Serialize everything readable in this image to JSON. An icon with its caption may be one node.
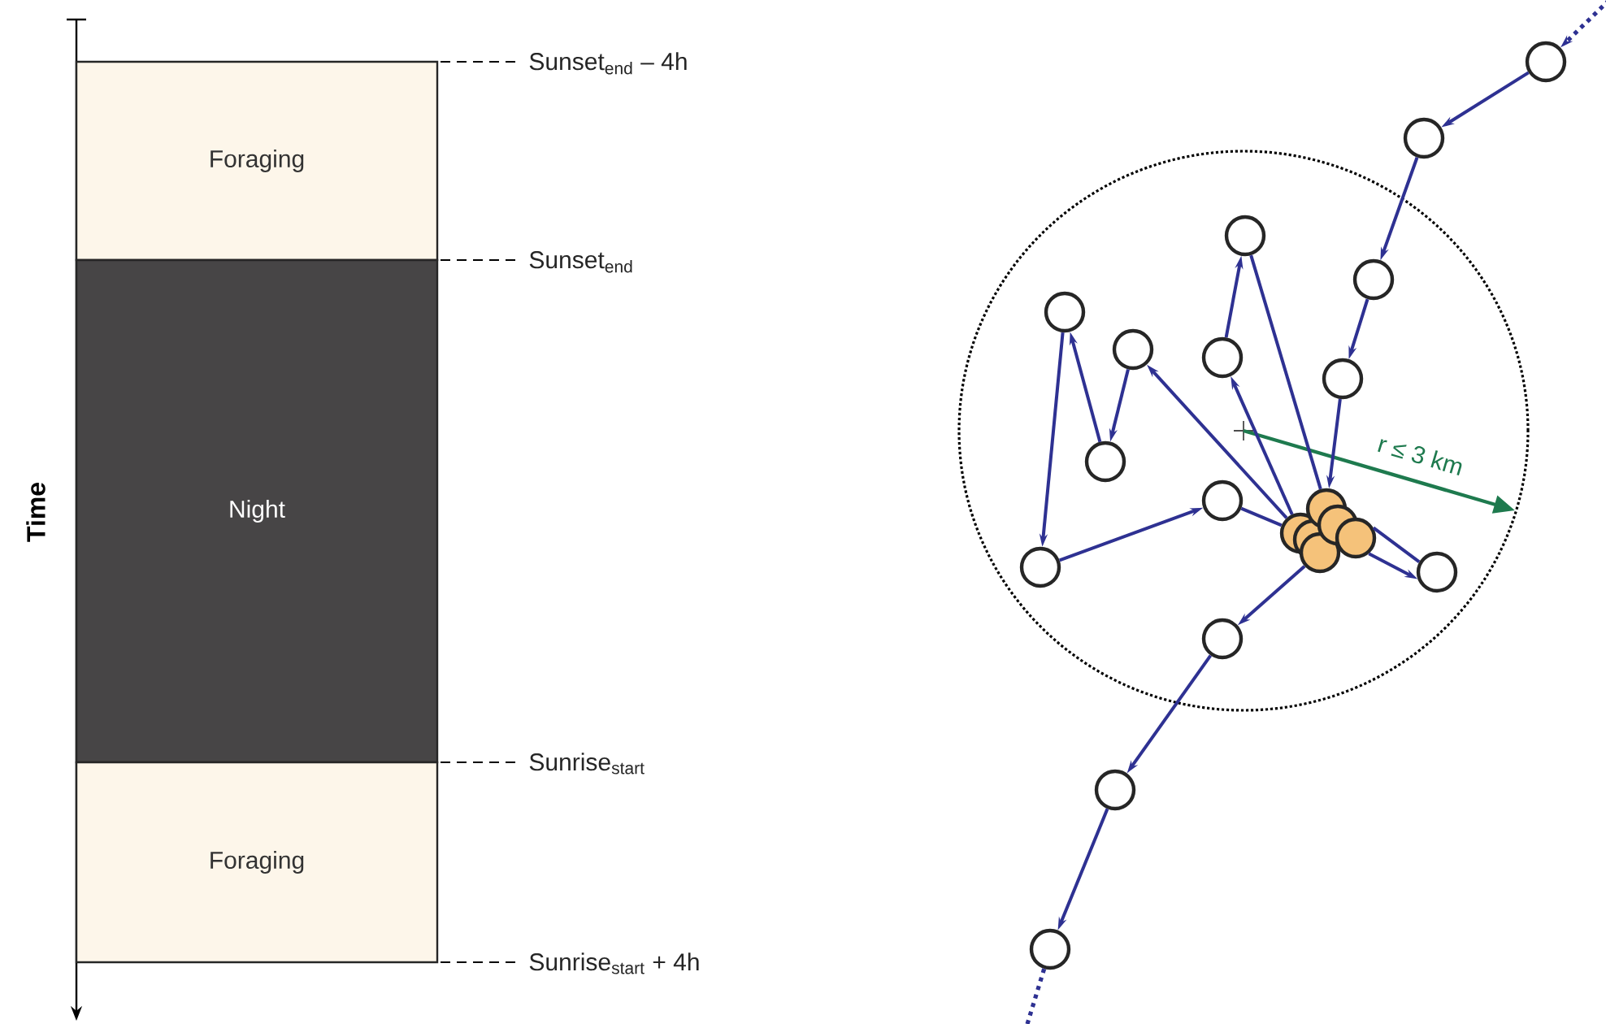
{
  "diagram": {
    "nodes": [
      {
        "text": [
          "Foraging"
        ]
      },
      {
        "text": [
          "Night"
        ]
      },
      {
        "text": [
          "Foraging"
        ]
      },
      {
        "text": [],
        "shape": "circle"
      },
      {
        "text": [],
        "shape": "circle"
      },
      {
        "text": [],
        "shape": "circle"
      },
      {
        "text": [],
        "shape": "circle"
      },
      {
        "text": [],
        "shape": "circle"
      },
      {
        "text": [],
        "shape": "circle"
      },
      {
        "text": [],
        "shape": "circle"
      },
      {
        "text": [],
        "shape": "circle"
      },
      {
        "text": [],
        "shape": "circle"
      },
      {
        "text": [],
        "shape": "circle"
      },
      {
        "text": [],
        "shape": "circle"
      },
      {
        "text": [],
        "shape": "circle"
      },
      {
        "text": [],
        "shape": "circle"
      },
      {
        "text": [],
        "shape": "circle"
      },
      {
        "text": [],
        "shape": "circle"
      },
      {
        "text": [],
        "shape": "circle"
      },
      {
        "text": [],
        "shape": "circle"
      },
      {
        "text": [],
        "shape": "circle"
      },
      {
        "text": [],
        "shape": "circle"
      },
      {
        "text": [],
        "shape": "circle"
      },
      {
        "text": [],
        "shape": "circle"
      }
    ],
    "edges": [
      {
        "from": null,
        "to": 3,
        "arrow": "to",
        "style": "dashed"
      },
      {
        "from": 3,
        "to": 4,
        "arrow": "to"
      },
      {
        "from": 4,
        "to": 6,
        "arrow": "to"
      },
      {
        "from": 6,
        "to": 10,
        "arrow": "to"
      },
      {
        "from": 10,
        "to": 21,
        "arrow": "to"
      },
      {
        "from": 18,
        "to": 9,
        "arrow": "to"
      },
      {
        "from": 9,
        "to": 5,
        "arrow": "to"
      },
      {
        "from": 5,
        "to": 21,
        "arrow": "none"
      },
      {
        "from": 18,
        "to": 8,
        "arrow": "to"
      },
      {
        "from": 8,
        "to": 11,
        "arrow": "to"
      },
      {
        "from": 11,
        "to": 7,
        "arrow": "to"
      },
      {
        "from": 7,
        "to": 13,
        "arrow": "to"
      },
      {
        "from": 13,
        "to": 12,
        "arrow": "to"
      },
      {
        "from": 12,
        "to": 18,
        "arrow": "none"
      },
      {
        "from": 23,
        "to": 14,
        "arrow": "to"
      },
      {
        "from": 14,
        "to": 23,
        "arrow": "none"
      },
      {
        "from": 20,
        "to": 15,
        "arrow": "to"
      },
      {
        "from": 15,
        "to": 16,
        "arrow": "to"
      },
      {
        "from": 16,
        "to": 17,
        "arrow": "to"
      },
      {
        "from": 17,
        "to": null,
        "arrow": "none",
        "style": "dashed"
      }
    ],
    "labels": [
      "Time",
      "Sunset$_{end}$ – 4h",
      "Sunset$_{end}$",
      "Sunrise$_{start}$",
      "Sunrise$_{start}$ + 4h",
      "r ≤ 3 km"
    ]
  }
}
